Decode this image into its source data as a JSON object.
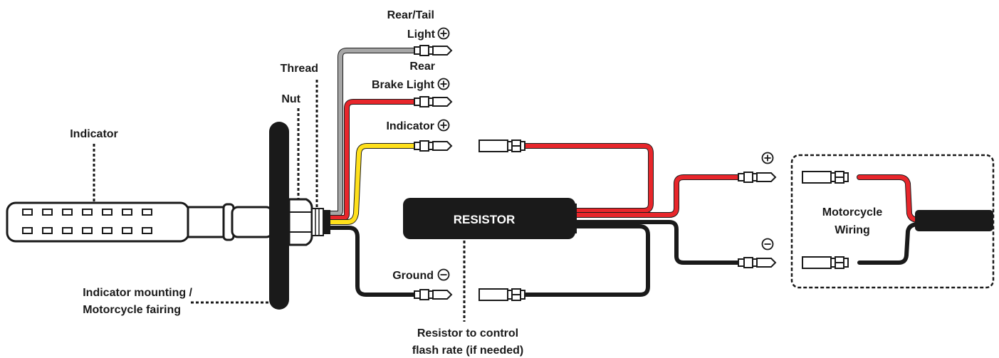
{
  "labels": {
    "rear_tail_line1": "Rear/Tail",
    "rear_tail_line2": "Light",
    "thread": "Thread",
    "rear_brake_line1": "Rear",
    "rear_brake_line2": "Brake Light",
    "nut": "Nut",
    "indicator_left": "Indicator",
    "indicator_plus": "Indicator",
    "resistor": "RESISTOR",
    "ground": "Ground",
    "mounting_line1": "Indicator mounting /",
    "mounting_line2": "Motorcycle fairing",
    "resistor_note_line1": "Resistor to control",
    "resistor_note_line2": "flash rate (if needed)",
    "motorcycle_wiring_line1": "Motorcycle",
    "motorcycle_wiring_line2": "Wiring"
  },
  "colors": {
    "grey_wire": "#a6a6a6",
    "red_wire": "#e8262b",
    "yellow_wire": "#ffe01b",
    "black_wire": "#1a1a1a",
    "outline": "#1a1a1a"
  }
}
